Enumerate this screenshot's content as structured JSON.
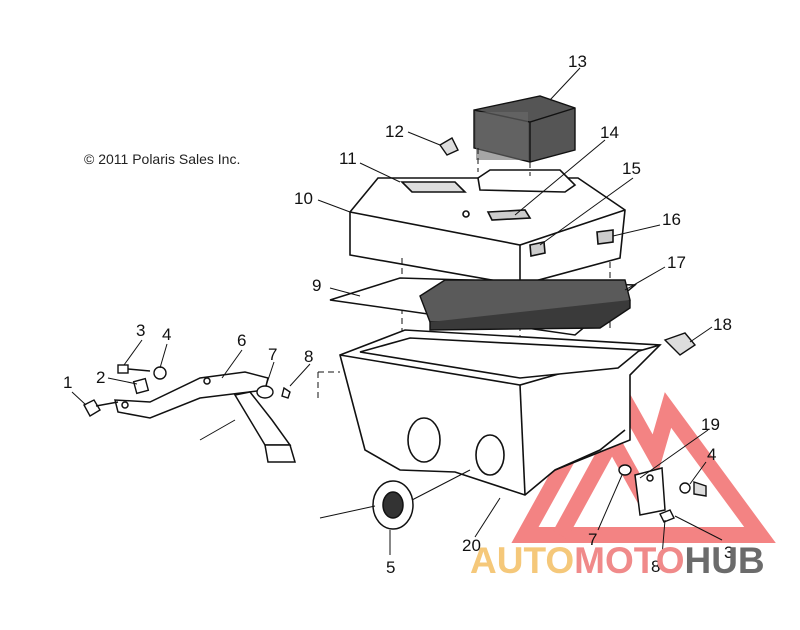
{
  "copyright": "© 2011 Polaris Sales Inc.",
  "watermark": {
    "part1": "AUTO",
    "part2": "MOTO",
    "part3": "HUB",
    "colors": {
      "part1": "#f5c87a",
      "part2": "#f08a8a",
      "part3": "#6b6b6b",
      "triangle": "#f05a5a"
    }
  },
  "callouts": {
    "c1": "1",
    "c2": "2",
    "c3a": "3",
    "c4a": "4",
    "c5": "5",
    "c6": "6",
    "c7a": "7",
    "c8a": "8",
    "c9": "9",
    "c10": "10",
    "c11": "11",
    "c12": "12",
    "c13": "13",
    "c14": "14",
    "c15": "15",
    "c16": "16",
    "c17": "17",
    "c18": "18",
    "c19": "19",
    "c20": "20",
    "c4b": "4",
    "c7b": "7",
    "c3b": "3",
    "c8b": "8"
  }
}
